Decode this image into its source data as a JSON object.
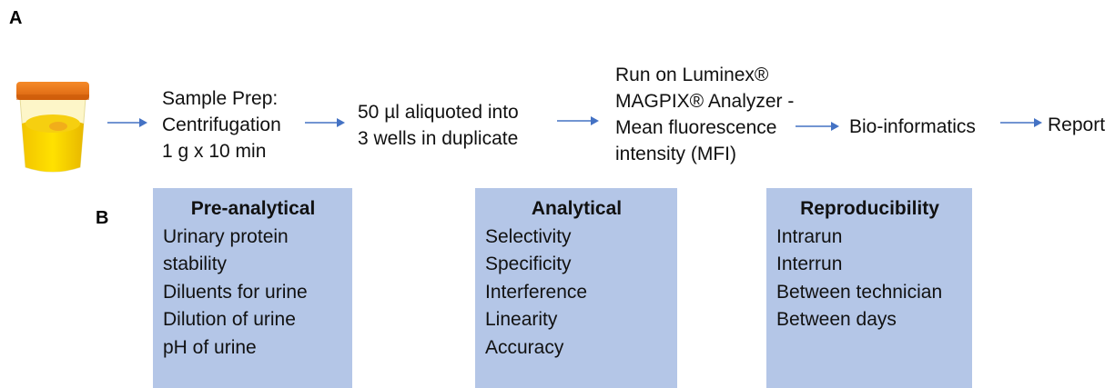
{
  "panels": {
    "a": "A",
    "b": "B"
  },
  "workflow": [
    {
      "lines": [
        "Sample Prep:",
        "Centrifugation",
        "1 g x 10 min"
      ]
    },
    {
      "lines": [
        "50 µl aliquoted into",
        "3 wells in duplicate"
      ]
    },
    {
      "lines": [
        "Run on Luminex®",
        "MAGPIX® Analyzer -",
        "Mean fluorescence",
        "intensity (MFI)"
      ]
    },
    {
      "lines": [
        "Bio-informatics"
      ]
    },
    {
      "lines": [
        "Report"
      ]
    }
  ],
  "boxes": [
    {
      "title": "Pre-analytical",
      "items": [
        "Urinary protein",
        "stability",
        "Diluents for urine",
        "Dilution of urine",
        "pH of urine"
      ]
    },
    {
      "title": "Analytical",
      "items": [
        "Selectivity",
        "Specificity",
        "Interference",
        "Linearity",
        "Accuracy"
      ]
    },
    {
      "title": "Reproducibility",
      "items": [
        "Intrarun",
        "Interrun",
        "Between technician",
        "Between days"
      ]
    }
  ],
  "colors": {
    "box_fill": "#b4c6e7",
    "arrow": "#4472c4",
    "lid": "#f07a1a",
    "sample": "#f5d000"
  },
  "icons": [
    "urine-sample-cup-icon"
  ]
}
